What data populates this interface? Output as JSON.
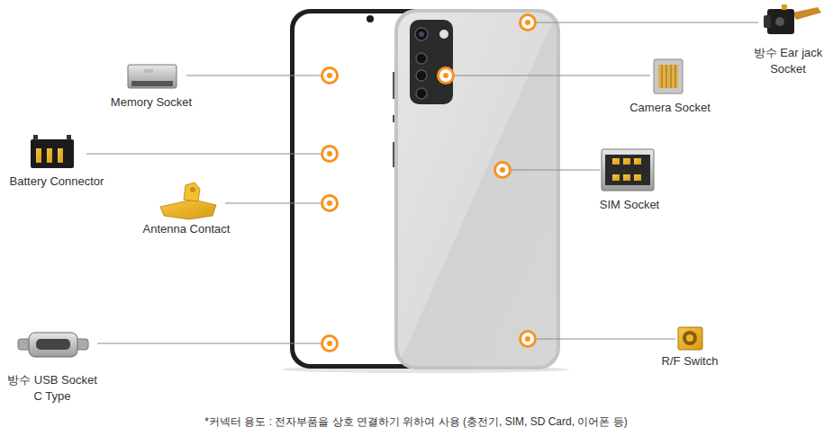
{
  "diagram": {
    "caption": "*커넥터 용도 : 전자부품을 상호 연결하기 위하여 사용 (충전기, SIM, SD Card, 이어폰 등)",
    "labels": [
      "Memory Socket",
      "Battery Connector",
      "Antenna Contact",
      "방수 USB Socket C Type",
      "방수 Ear jack Socket",
      "Camera Socket",
      "SIM Socket",
      "R/F Switch"
    ]
  }
}
